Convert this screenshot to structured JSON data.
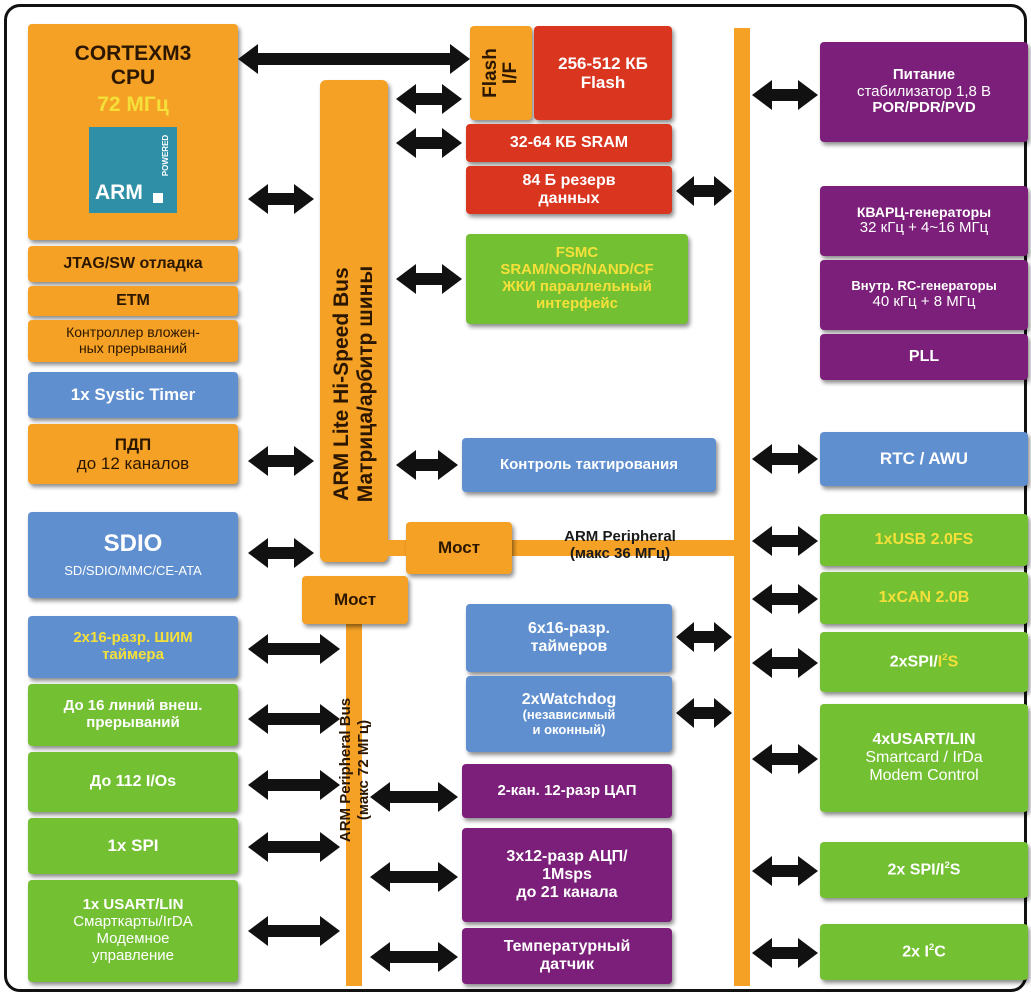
{
  "cpu": {
    "title1": "CORTEXM3",
    "title2": "CPU",
    "freq": "72 МГц",
    "logo_text": "ARM",
    "logo_powered": "POWERED"
  },
  "left": {
    "jtag": "JTAG/SW отладка",
    "etm": "ETM",
    "nvic1": "Контроллер вложен-",
    "nvic2": "ных прерываний",
    "systick": "1x Systic Timer",
    "dma1": "ПДП",
    "dma2": "до 12 каналов",
    "sdio1": "SDIO",
    "sdio2": "SD/SDIO/MMC/CE-ATA",
    "pwm1": "2x16-разр. ШИМ",
    "pwm2": "таймера",
    "exti1": "До 16 линий внеш.",
    "exti2": "прерываний",
    "io": "До 112 I/Os",
    "spi": "1x SPI",
    "usart1": "1x USART/LIN",
    "usart2": "Смарткарты/IrDA",
    "usart3": "Модемное",
    "usart4": "управление"
  },
  "bus": {
    "hs_line1": "ARM Lite Hi-Speed Bus",
    "hs_line2": "Матрица/арбитр шины",
    "bridge1": "Мост",
    "bridge2": "Мост",
    "periph_line1": "ARM Peripheral",
    "periph_line2": "(макс 36 МГц)",
    "apb_line1": "ARM Peripheral Bus",
    "apb_line2": "(макс 72 МГц)"
  },
  "center": {
    "flashif1": "Flash",
    "flashif2": "I/F",
    "flash1": "256-512 КБ",
    "flash2": "Flash",
    "sram": "32-64 КБ SRAM",
    "backup1": "84 Б резерв",
    "backup2": "данных",
    "fsmc1": "FSMC",
    "fsmc2": "SRAM/NOR/NAND/CF",
    "fsmc3": "ЖКИ параллельный",
    "fsmc4": "интерфейс",
    "clock": "Контроль тактирования",
    "timers1": "6x16-разр.",
    "timers2": "таймеров",
    "wdg1": "2xWatchdog",
    "wdg2": "(независимый",
    "wdg3": "и оконный)",
    "dac": "2-кан. 12-разр ЦАП",
    "adc1": "3x12-разр АЦП/",
    "adc2": "1Msps",
    "adc3": "до 21 канала",
    "temp1": "Температурный",
    "temp2": "датчик"
  },
  "right": {
    "power1": "Питание",
    "power2": "стабилизатор 1,8 В",
    "power3": "POR/PDR/PVD",
    "xtal1": "КВАРЦ-генераторы",
    "xtal2": "32 кГц + 4~16 МГц",
    "rc1": "Внутр. RC-генераторы",
    "rc2": "40 кГц + 8 МГц",
    "pll": "PLL",
    "rtc": "RTC / AWU",
    "usb": "1xUSB 2.0FS",
    "can": "1xCAN 2.0B",
    "spi_i2s": "2xSPI/",
    "spi_i2s_sup": "2",
    "spi_i2s_end": "S",
    "usart1": "4xUSART/LIN",
    "usart2": "Smartcard / IrDa",
    "usart3": "Modem Control",
    "spi2_a": "2x SPI/I",
    "spi2_sup": "2",
    "spi2_b": "S",
    "i2c_a": "2x I",
    "i2c_sup": "2",
    "i2c_b": "C"
  },
  "colors": {
    "orange": "#f5a125",
    "red": "#d9351f",
    "green": "#73c033",
    "blue": "#5f8fcf",
    "purple": "#7b1f7a",
    "yellow": "#f5e03a",
    "arrow": "#111111"
  }
}
